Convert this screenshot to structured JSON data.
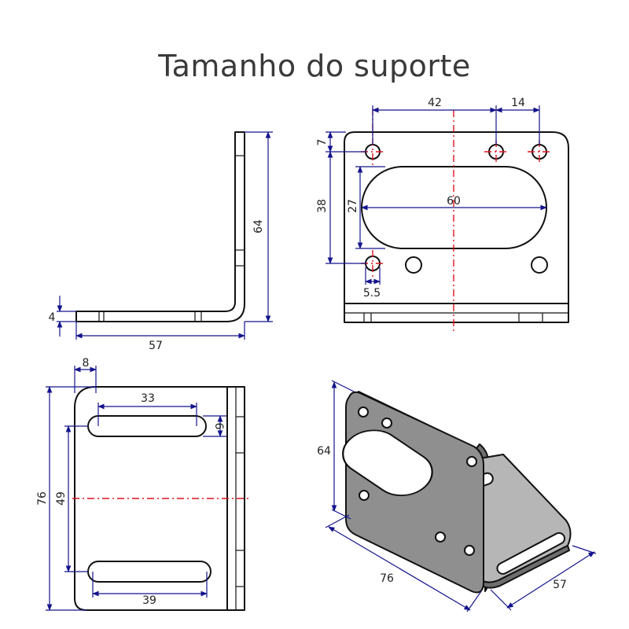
{
  "title": "Tamanho do suporte",
  "side_view": {
    "height": "64",
    "thickness": "4",
    "length": "57"
  },
  "front_view": {
    "top_span": "42",
    "right_span": "14",
    "top_offset": "7",
    "hole_span": "38",
    "slot_height": "27",
    "slot_width": "60",
    "hole_dia": "5.5"
  },
  "bottom_view": {
    "edge_offset": "8",
    "slot_top_len": "33",
    "slot_width": "6",
    "total_height": "76",
    "slot_spacing": "49",
    "slot_bottom_len": "39"
  },
  "iso_view": {
    "height": "64",
    "width": "76",
    "depth": "57"
  },
  "colors": {
    "dimension": "#14148c",
    "centerline": "#e0141e",
    "object": "#111111"
  }
}
